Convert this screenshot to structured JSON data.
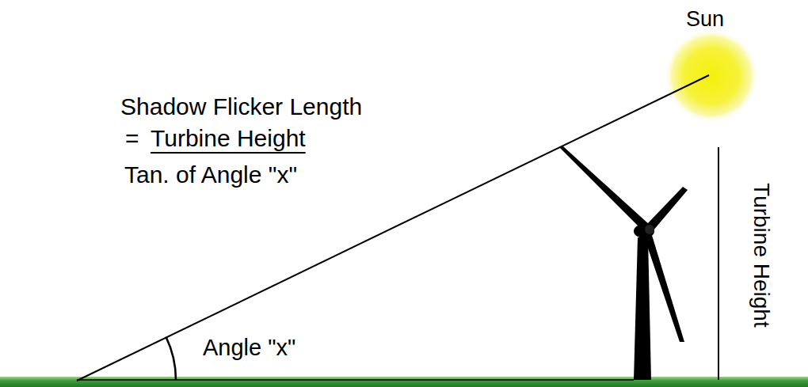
{
  "diagram": {
    "labels": [
      "Sun",
      "Shadow Flicker Length",
      "=",
      "Turbine Height",
      "Tan. of Angle \"x\"",
      "Angle \"x\"",
      "Turbine Height"
    ]
  }
}
